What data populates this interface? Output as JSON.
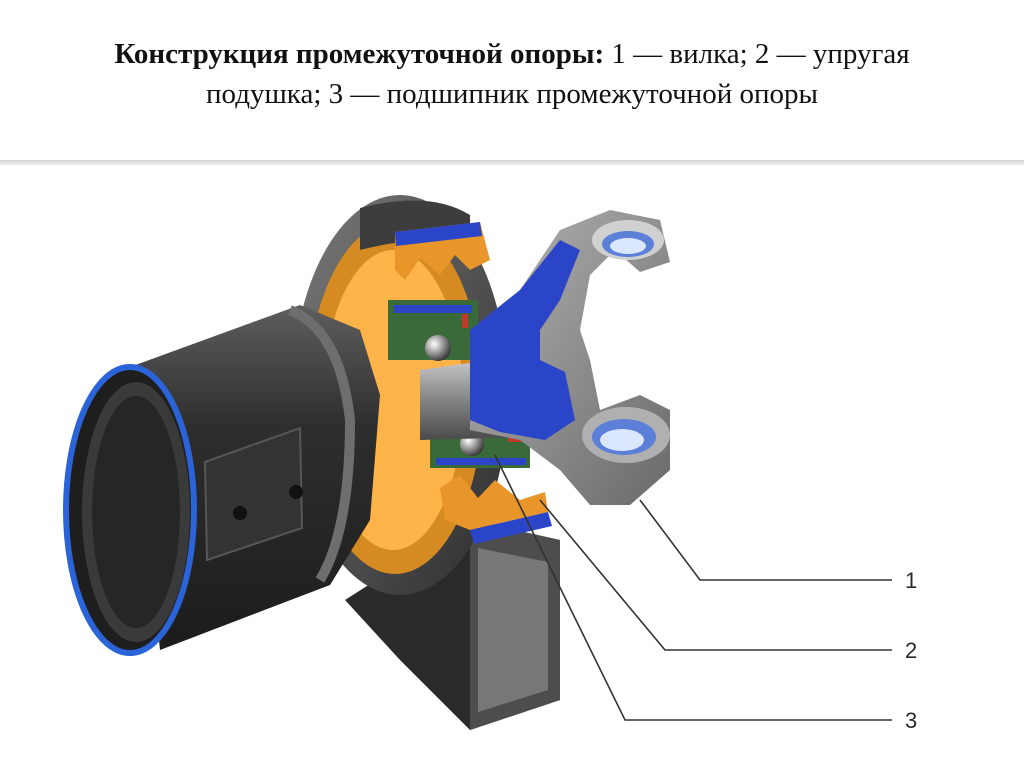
{
  "caption": {
    "lead": "Конструкция промежуточной опоры:",
    "line1_rest": " 1 — вилка; 2 — упругая",
    "line2": "подушка; 3 — подшипник промежуточной опоры"
  },
  "callouts": [
    {
      "number": "1"
    },
    {
      "number": "2"
    },
    {
      "number": "3"
    }
  ],
  "colors": {
    "metal_dark": "#3b3b3b",
    "metal_light": "#9a9a9a",
    "cushion_orange": "#e89a2c",
    "section_blue": "#2b45c8",
    "bearing_green": "#3a6a3a"
  }
}
